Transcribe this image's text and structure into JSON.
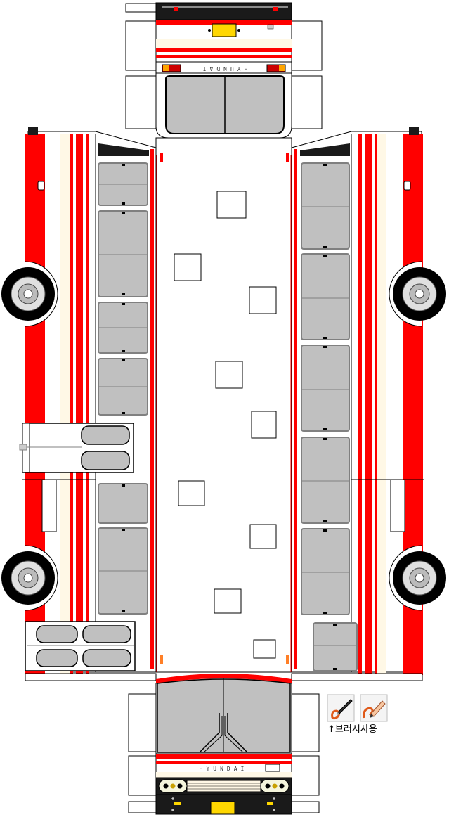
{
  "template": {
    "front_plate_text": "HYUNDAI",
    "rear_plate_text": "HYUNDAI",
    "brush_note": "↑브러시사용"
  },
  "colors": {
    "red": "#ff0000",
    "glass": "#c0c0c0",
    "glass_border": "#808080",
    "black": "#000000",
    "white": "#ffffff",
    "yellow": "#ffd700",
    "cream": "#fff8e6",
    "orange": "#ff7f27"
  },
  "icons": {
    "tool_1": "brush-pen-icon",
    "tool_2": "brush-pencil-icon"
  }
}
